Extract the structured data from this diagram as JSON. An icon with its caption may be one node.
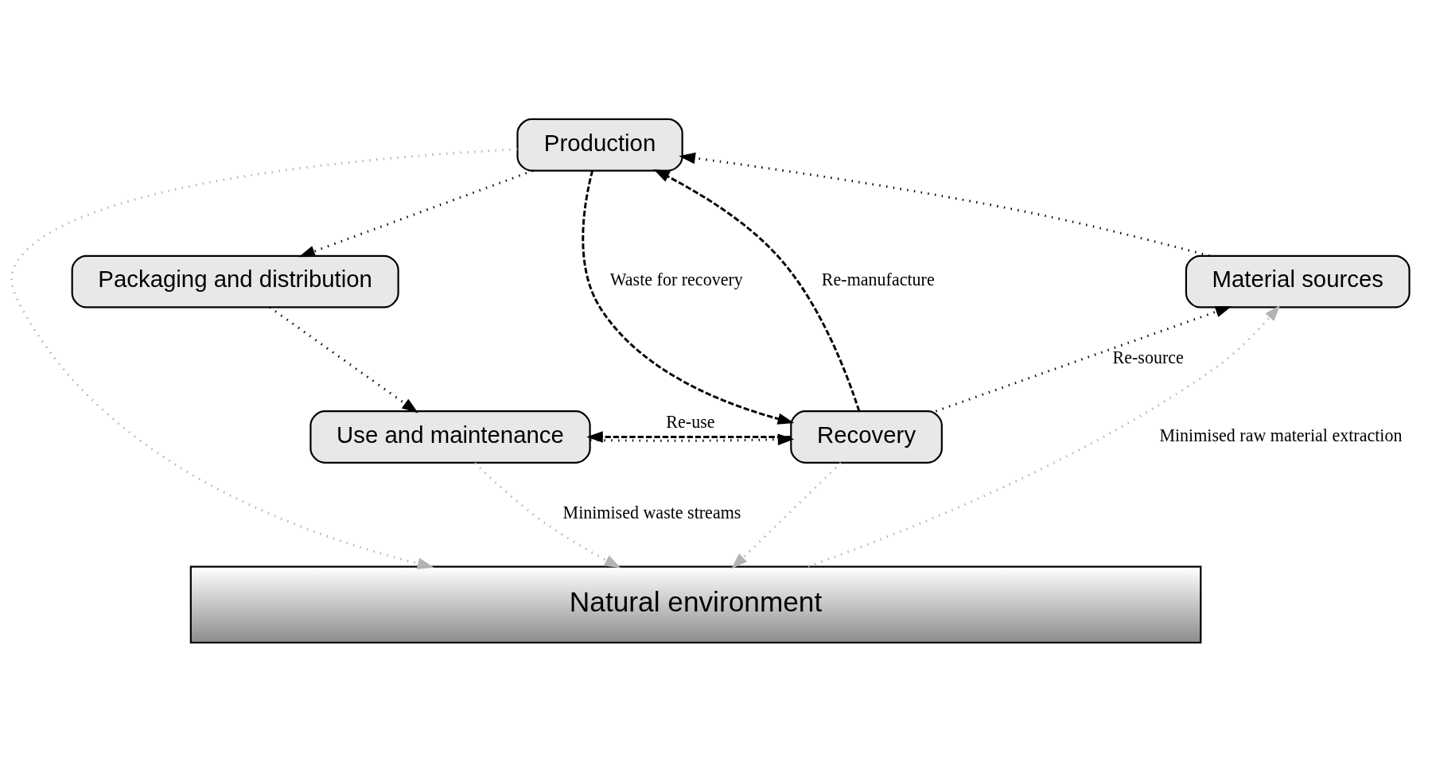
{
  "diagram": {
    "nodes": [
      {
        "text": [
          "Production"
        ]
      },
      {
        "text": [
          "Material sources"
        ]
      },
      {
        "text": [
          "Packaging and distribution"
        ]
      },
      {
        "text": [
          "Recovery"
        ]
      },
      {
        "text": [
          "Use and maintenance"
        ]
      },
      {
        "text": [
          "Natural environment"
        ]
      }
    ],
    "edges": [
      {
        "from": 1,
        "to": 0,
        "arrow": "to"
      },
      {
        "from": 0,
        "to": 2,
        "arrow": "to"
      },
      {
        "from": 2,
        "to": 4,
        "arrow": "to"
      },
      {
        "from": 4,
        "to": 3,
        "arrow": "to"
      },
      {
        "from": 3,
        "to": 1,
        "arrow": "to",
        "label": "Re-source"
      },
      {
        "from": 3,
        "to": 0,
        "arrow": "to",
        "label": "Re-manufacture",
        "style": "dashed"
      },
      {
        "from": 0,
        "to": 3,
        "arrow": "to",
        "label": "Waste for recovery",
        "style": "dashed"
      },
      {
        "from": 3,
        "to": 4,
        "arrow": "to",
        "label": "Re-use",
        "style": "dashed"
      },
      {
        "from": 5,
        "to": 1,
        "arrow": "to",
        "label": "Minimised raw material extraction",
        "color": "#b3b3b3"
      },
      {
        "from": 3,
        "to": 5,
        "arrow": "to",
        "color": "#b3b3b3"
      },
      {
        "from": 0,
        "to": 5,
        "arrow": "to",
        "color": "#b3b3b3"
      },
      {
        "from": 4,
        "to": 5,
        "arrow": "to",
        "label": "Minimised waste streams",
        "color": "#b3b3b3"
      }
    ]
  }
}
